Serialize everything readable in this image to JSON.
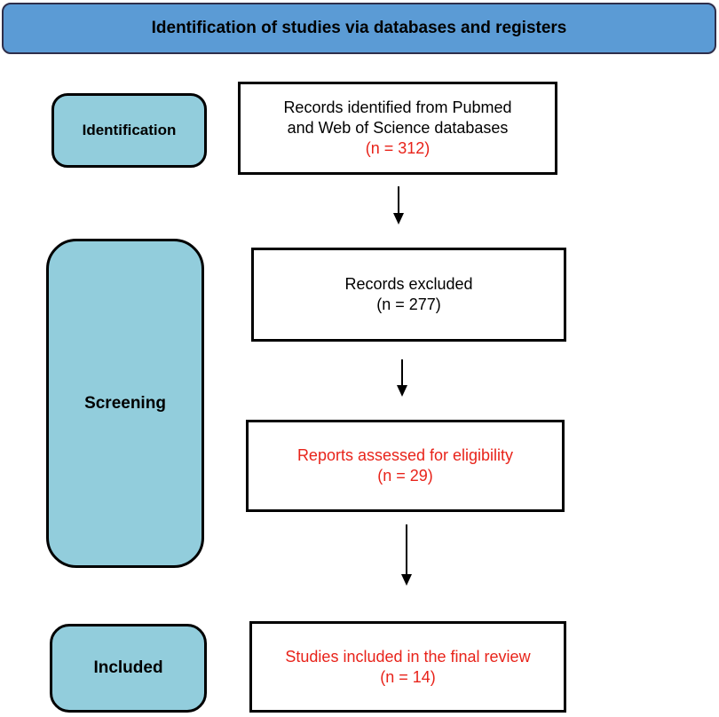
{
  "header": {
    "title": "Identification of studies via databases and registers"
  },
  "stages": {
    "identification": "Identification",
    "screening": "Screening",
    "included": "Included"
  },
  "boxes": {
    "identified": {
      "line1": "Records identified from Pubmed",
      "line2": "and Web of Science databases",
      "count": "(n = 312)"
    },
    "excluded": {
      "label": "Records excluded",
      "count": "(n = 277)"
    },
    "assessed": {
      "label": "Reports assessed for eligibility",
      "count": "(n = 29)"
    },
    "included": {
      "label": "Studies included in the final review",
      "count": "(n = 14)"
    }
  },
  "colors": {
    "header_fill": "#5b9bd5",
    "stage_fill": "#92cddc",
    "highlight_text": "#e8231a"
  }
}
